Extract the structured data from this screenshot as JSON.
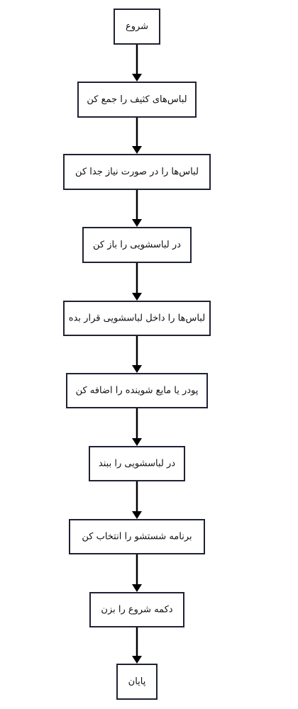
{
  "diagram": {
    "type": "flowchart",
    "direction": "top-to-bottom",
    "colors": {
      "box_border": "#1f2233",
      "box_fill": "#ffffff",
      "arrow": "#000000",
      "text": "#111111"
    },
    "nodes": [
      {
        "id": "start",
        "label": "شروع"
      },
      {
        "id": "collect",
        "label": "لباس‌های کثیف را جمع کن"
      },
      {
        "id": "sort",
        "label": "لباس‌ها را در صورت نیاز جدا کن"
      },
      {
        "id": "open",
        "label": "در لباسشویی را باز کن"
      },
      {
        "id": "load",
        "label": "لباس‌ها را داخل لباسشویی قرار بده"
      },
      {
        "id": "detergent",
        "label": "پودر یا مایع شوینده را اضافه کن"
      },
      {
        "id": "close",
        "label": "در لباسشویی را ببند"
      },
      {
        "id": "program",
        "label": "برنامه شستشو را انتخاب کن"
      },
      {
        "id": "press",
        "label": "دکمه شروع را بزن"
      },
      {
        "id": "end",
        "label": "پایان"
      }
    ],
    "edges": [
      {
        "from": "start",
        "to": "collect"
      },
      {
        "from": "collect",
        "to": "sort"
      },
      {
        "from": "sort",
        "to": "open"
      },
      {
        "from": "open",
        "to": "load"
      },
      {
        "from": "load",
        "to": "detergent"
      },
      {
        "from": "detergent",
        "to": "close"
      },
      {
        "from": "close",
        "to": "program"
      },
      {
        "from": "program",
        "to": "press"
      },
      {
        "from": "press",
        "to": "end"
      }
    ]
  }
}
